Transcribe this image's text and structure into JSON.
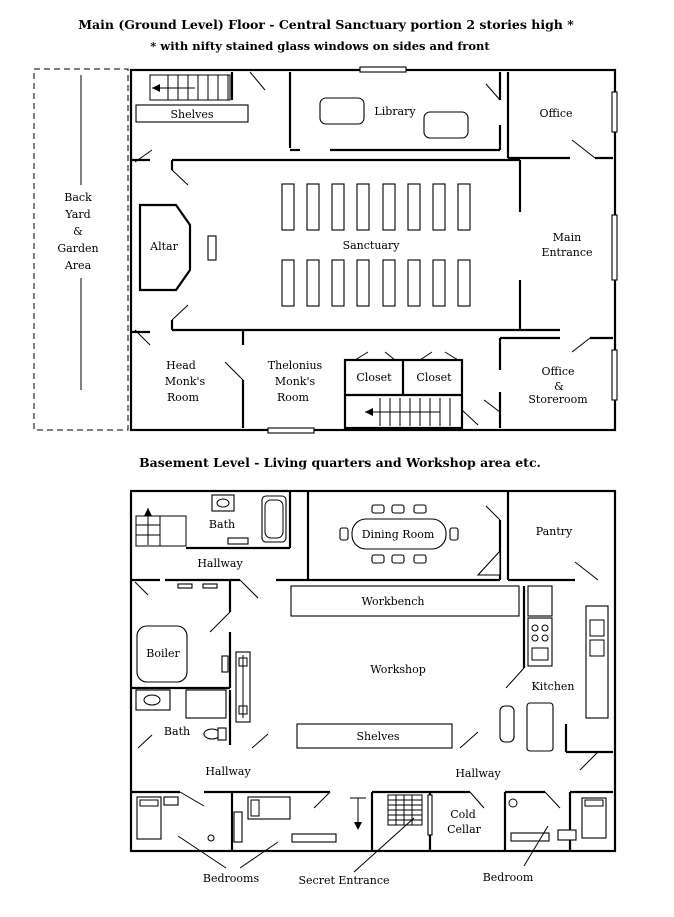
{
  "main_floor": {
    "title": "Main (Ground Level) Floor - Central Sanctuary portion 2 stories high *",
    "note": "* with nifty stained glass windows on sides and front",
    "yard": [
      "Back",
      "Yard",
      "&",
      "Garden",
      "Area"
    ],
    "rooms": {
      "shelves": "Shelves",
      "library": "Library",
      "office": "Office",
      "altar": "Altar",
      "sanctuary": "Sanctuary",
      "main_entrance": [
        "Main",
        "Entrance"
      ],
      "head_monk": [
        "Head",
        "Monk's",
        "Room"
      ],
      "thelonius": [
        "Thelonius",
        "Monk's",
        "Room"
      ],
      "closet_1": "Closet",
      "closet_2": "Closet",
      "office_storeroom": [
        "Office",
        "&",
        "Storeroom"
      ]
    }
  },
  "basement": {
    "title": "Basement Level - Living quarters and Workshop area etc.",
    "rooms": {
      "bath_top": "Bath",
      "dining_room": "Dining Room",
      "pantry": "Pantry",
      "hallway_top": "Hallway",
      "workbench": "Workbench",
      "boiler": "Boiler",
      "workshop": "Workshop",
      "kitchen": "Kitchen",
      "bath_bottom": "Bath",
      "shelves": "Shelves",
      "hallway_left": "Hallway",
      "hallway_right": "Hallway",
      "cold_cellar": [
        "Cold",
        "Cellar"
      ]
    },
    "callouts": {
      "bedrooms": "Bedrooms",
      "secret_entrance": "Secret Entrance",
      "bedroom": "Bedroom"
    }
  }
}
